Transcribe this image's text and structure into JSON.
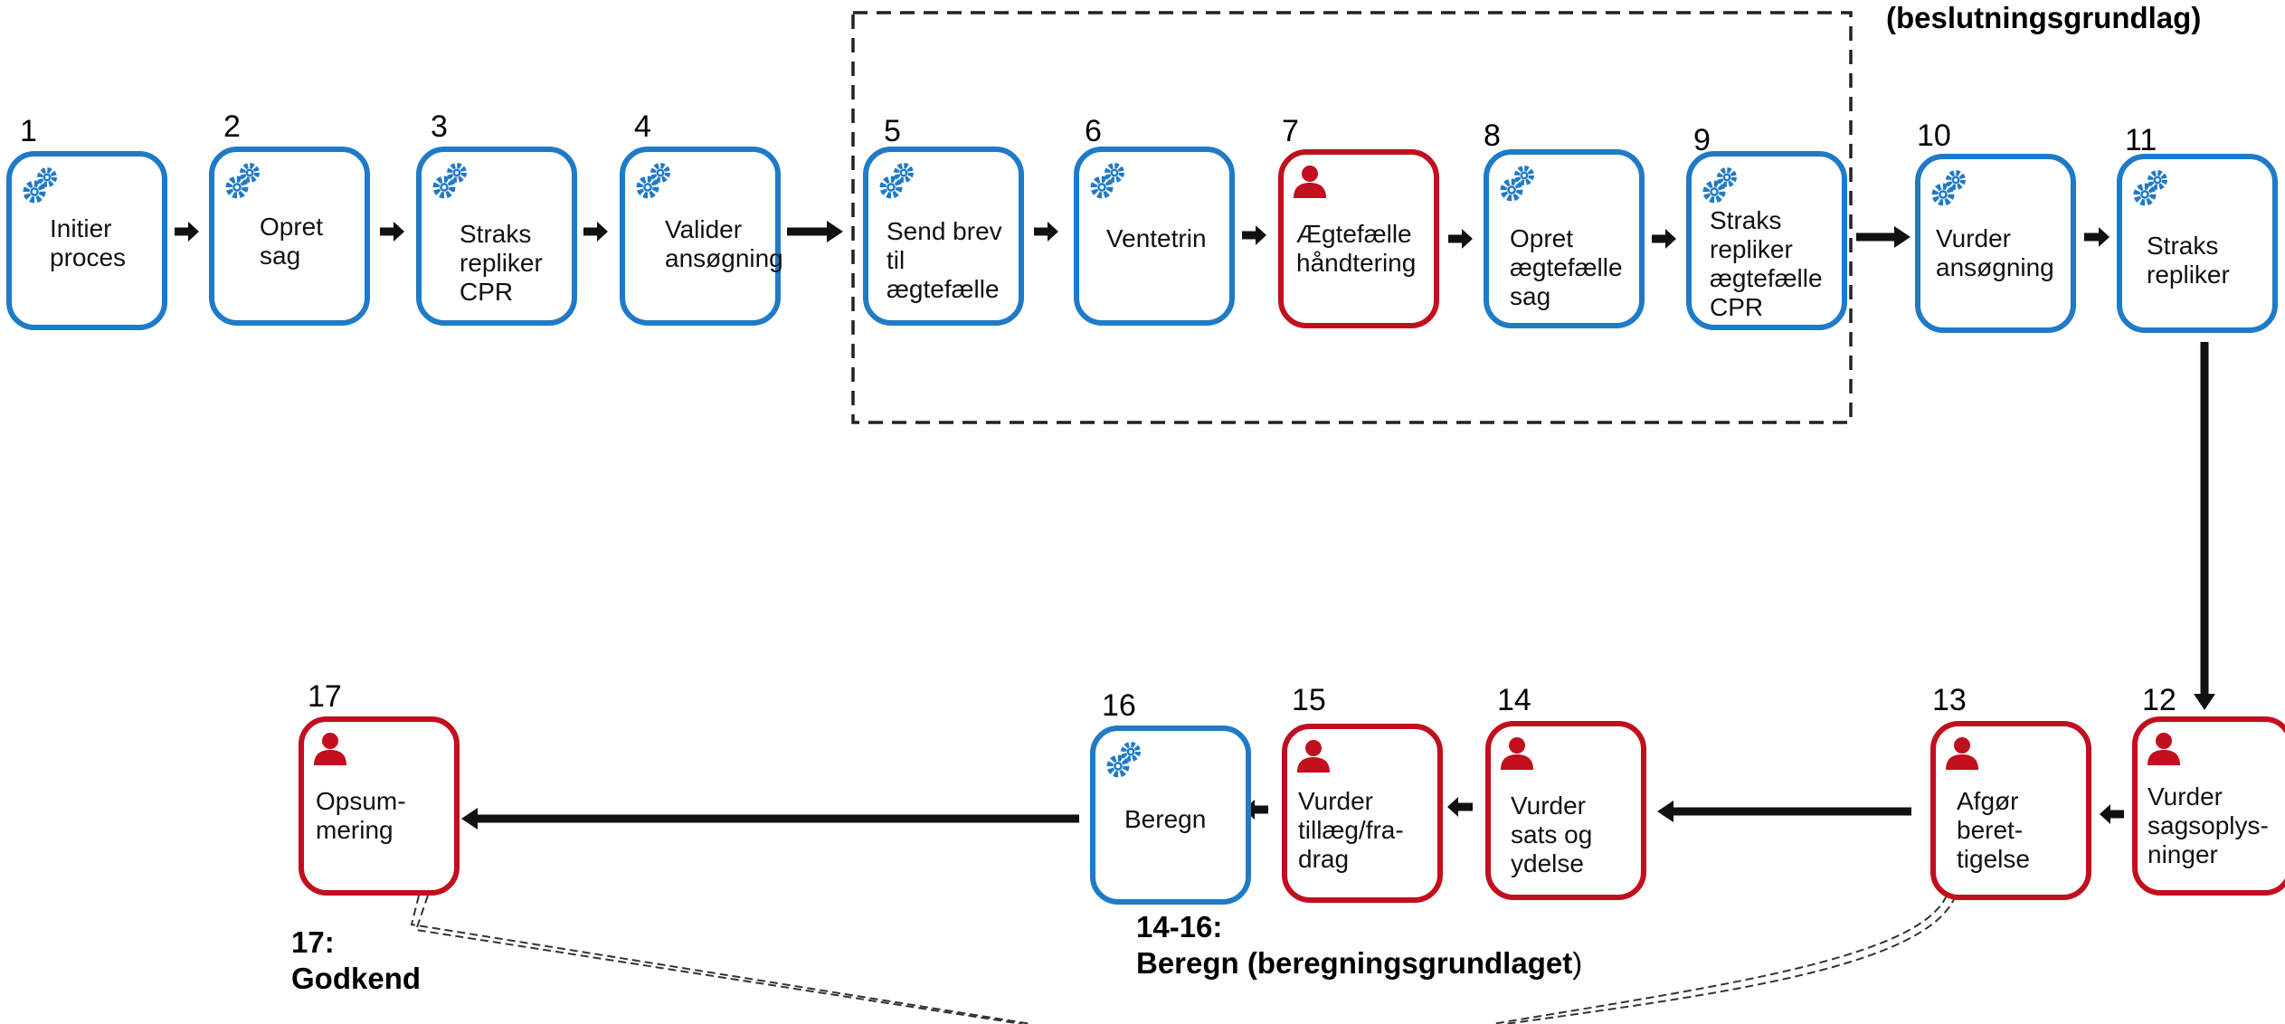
{
  "steps": [
    {
      "number": "1",
      "label": "Initier\nproces",
      "actor": "system",
      "icon": "gears-icon"
    },
    {
      "number": "2",
      "label": "Opret\nsag",
      "actor": "system",
      "icon": "gears-icon"
    },
    {
      "number": "3",
      "label": "Straks\nrepliker\nCPR",
      "actor": "system",
      "icon": "gears-icon"
    },
    {
      "number": "4",
      "label": "Valider\nansøgning",
      "actor": "system",
      "icon": "gears-icon"
    },
    {
      "number": "5",
      "label": "Send brev\ntil\nægtefælle",
      "actor": "system",
      "icon": "gears-icon"
    },
    {
      "number": "6",
      "label": "Ventetrin",
      "actor": "system",
      "icon": "gears-icon"
    },
    {
      "number": "7",
      "label": "Ægtefælle\nhåndtering",
      "actor": "human",
      "icon": "person-icon"
    },
    {
      "number": "8",
      "label": "Opret\nægtefælle\nsag",
      "actor": "system",
      "icon": "gears-icon"
    },
    {
      "number": "9",
      "label": "Straks\nrepliker\nægtefælle\nCPR",
      "actor": "system",
      "icon": "gears-icon"
    },
    {
      "number": "10",
      "label": "Vurder\nansøgning",
      "actor": "system",
      "icon": "gears-icon"
    },
    {
      "number": "11",
      "label": "Straks\nrepliker",
      "actor": "system",
      "icon": "gears-icon"
    },
    {
      "number": "12",
      "label": "Vurder\nsagsoplys-\nninger",
      "actor": "human",
      "icon": "person-icon"
    },
    {
      "number": "13",
      "label": "Afgør\nberet-\ntigelse",
      "actor": "human",
      "icon": "person-icon"
    },
    {
      "number": "14",
      "label": "Vurder\nsats og\nydelse",
      "actor": "human",
      "icon": "person-icon"
    },
    {
      "number": "15",
      "label": "Vurder\ntillæg/fra-\ndrag",
      "actor": "human",
      "icon": "person-icon"
    },
    {
      "number": "16",
      "label": "Beregn",
      "actor": "system",
      "icon": "gears-icon"
    },
    {
      "number": "17",
      "label": "Opsum-\nmering",
      "actor": "human",
      "icon": "person-icon"
    }
  ],
  "annotations": {
    "top_right": "(beslutningsgrundlag)",
    "calc_group": "14-16:\nBeregn (beregningsgrundlaget",
    "calc_group_tail": ")",
    "approve": "17:\nGodkend"
  },
  "colors": {
    "system": "#1f7ac7",
    "human": "#c10f1e",
    "arrow": "#111111",
    "dashed_group": "#222222"
  }
}
